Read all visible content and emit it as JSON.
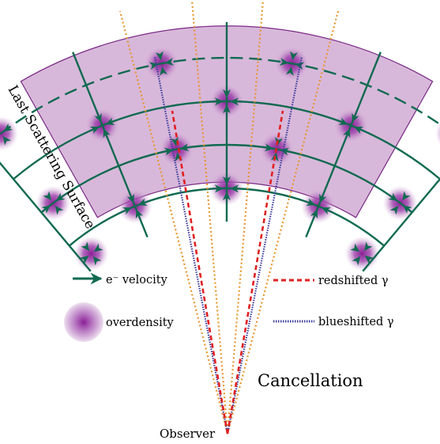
{
  "labels": {
    "surface": "Last Scattering Surface",
    "cancellation": "Cancellation",
    "observer": "Observer"
  },
  "legend": {
    "velocity": "e⁻ velocity",
    "overdensity": "overdensity",
    "redshifted": "redshifted γ",
    "blueshifted": "blueshifted γ"
  },
  "colors": {
    "shell_fill": "#d8b8da",
    "shell_edge": "#7a2a86",
    "arrow": "#106a50",
    "overdensity": "#8a2a96",
    "red_ray": "#e02020",
    "blue_ray": "#3a3a9a",
    "orange_ray": "#e8962c"
  }
}
